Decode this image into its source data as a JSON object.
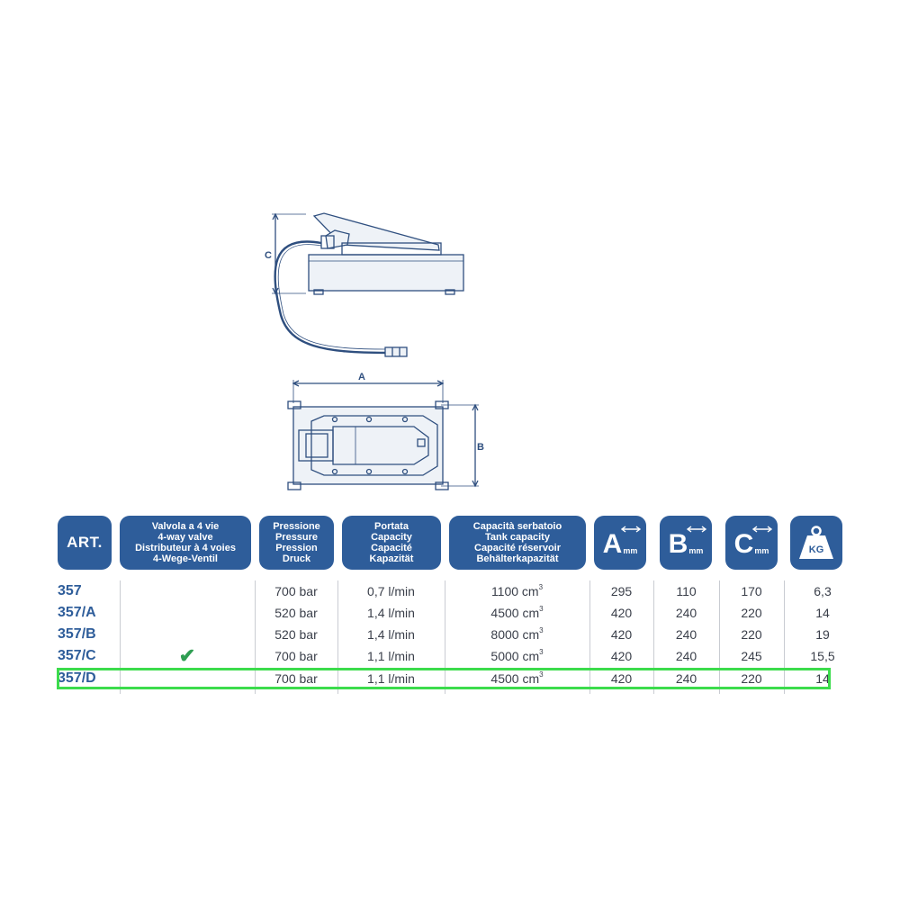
{
  "drawing": {
    "label_c": "C",
    "label_a": "A",
    "label_b": "B"
  },
  "table": {
    "headers": {
      "art": "ART.",
      "valve": [
        "Valvola a 4 vie",
        "4-way valve",
        "Distributeur à 4 voies",
        "4-Wege-Ventil"
      ],
      "pressure": [
        "Pressione",
        "Pressure",
        "Pression",
        "Druck"
      ],
      "capacity": [
        "Portata",
        "Capacity",
        "Capacité",
        "Kapazität"
      ],
      "tank": [
        "Capacità serbatoio",
        "Tank capacity",
        "Capacité réservoir",
        "Behälterkapazität"
      ],
      "dim_a": "A",
      "dim_b": "B",
      "dim_c": "C",
      "unit_mm": "mm",
      "weight_label": "KG"
    },
    "tank_unit_exp": "3",
    "rows": [
      {
        "art": "357",
        "valve": "",
        "pressure": "700 bar",
        "capacity": "0,7 l/min",
        "tank": "1100 cm",
        "a": "295",
        "b": "110",
        "c": "170",
        "kg": "6,3"
      },
      {
        "art": "357/A",
        "valve": "",
        "pressure": "520 bar",
        "capacity": "1,4 l/min",
        "tank": "4500 cm",
        "a": "420",
        "b": "240",
        "c": "220",
        "kg": "14"
      },
      {
        "art": "357/B",
        "valve": "",
        "pressure": "520 bar",
        "capacity": "1,4 l/min",
        "tank": "8000 cm",
        "a": "420",
        "b": "240",
        "c": "220",
        "kg": "19"
      },
      {
        "art": "357/C",
        "valve": "✔",
        "pressure": "700 bar",
        "capacity": "1,1 l/min",
        "tank": "5000 cm",
        "a": "420",
        "b": "240",
        "c": "245",
        "kg": "15,5"
      },
      {
        "art": "357/D",
        "valve": "",
        "pressure": "700 bar",
        "capacity": "1,1 l/min",
        "tank": "4500 cm",
        "a": "420",
        "b": "240",
        "c": "220",
        "kg": "14"
      }
    ],
    "highlighted_row": "357/D",
    "colors": {
      "header_bg": "#2e5d9a",
      "art_text": "#2e5d9a",
      "check": "#2f9e52",
      "highlight": "#3cdc4c"
    }
  }
}
